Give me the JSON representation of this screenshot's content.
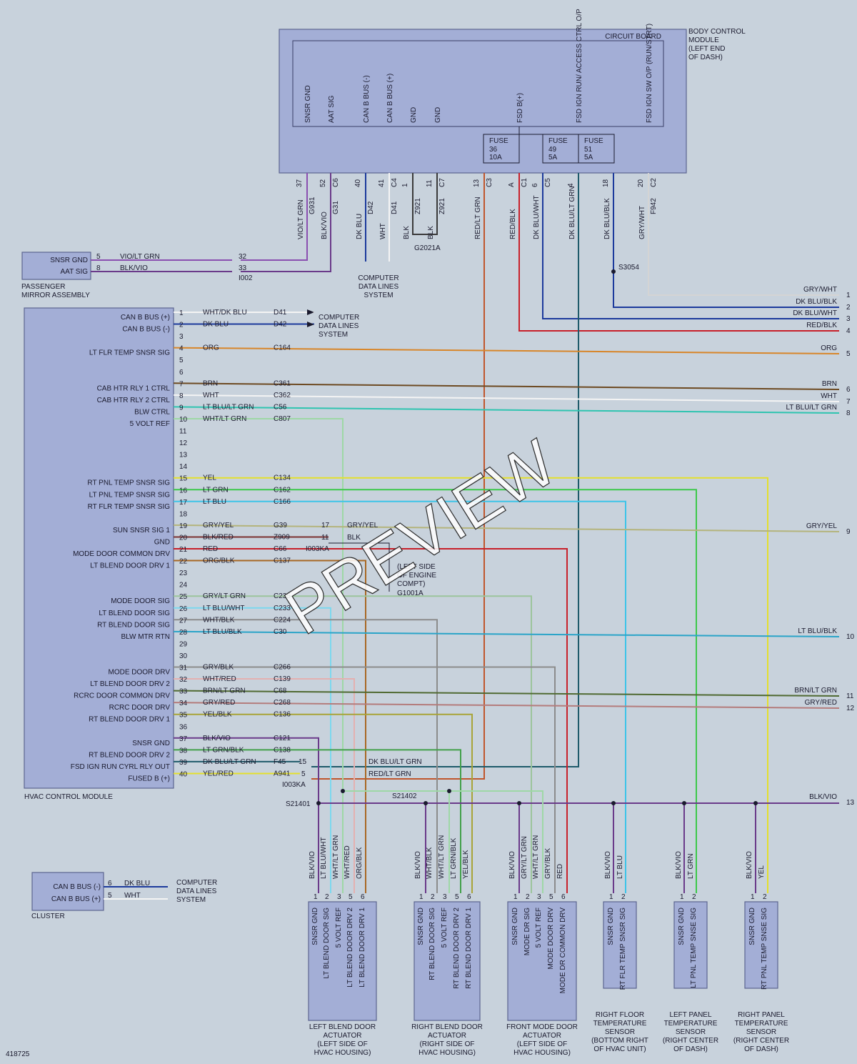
{
  "bcm": {
    "title": "BODY CONTROL MODULE (LEFT END OF DASH)",
    "title_lines": [
      "BODY CONTROL",
      "MODULE",
      "(LEFT END",
      "OF DASH)"
    ],
    "circuit_board": "CIRCUIT BOARD",
    "pins": [
      {
        "label": "SNSR GND",
        "pin": "37",
        "conn": "",
        "wire": "G931",
        "color": "VIO/LT GRN"
      },
      {
        "label": "AAT SIG",
        "pin": "52",
        "conn": "C6",
        "wire": "G31",
        "color": "BLK/VIO"
      },
      {
        "label": "CAN B BUS (-)",
        "pin": "40",
        "conn": "",
        "wire": "D42",
        "color": "DK BLU"
      },
      {
        "label": "CAN B BUS (+)",
        "pin": "41",
        "conn": "C4",
        "wire": "D41",
        "color": "WHT"
      },
      {
        "label": "GND",
        "pin": "1",
        "conn": "",
        "wire": "Z921",
        "color": "BLK"
      },
      {
        "label": "GND",
        "pin": "11",
        "conn": "C7",
        "wire": "Z921",
        "color": "BLK"
      },
      {
        "label": "",
        "pin": "13",
        "conn": "C3",
        "wire": "",
        "color": "RED/LT GRN"
      },
      {
        "label": "FSD B(+)",
        "pin": "A",
        "conn": "C1",
        "wire": "",
        "color": "RED/BLK"
      },
      {
        "label": "",
        "pin": "6",
        "conn": "C5",
        "wire": "",
        "color": "DK BLU/WHT"
      },
      {
        "label": "FSD IGN RUN/ ACCESS CTRL O/P",
        "pin": "4",
        "conn": "",
        "wire": "",
        "color": "DK BLU/LT GRN"
      },
      {
        "label": "",
        "pin": "18",
        "conn": "",
        "wire": "",
        "color": "DK BLU/BLK"
      },
      {
        "label": "FSD IGN SW O/P (RUN/STRT)",
        "pin": "20",
        "conn": "C2",
        "wire": "F942",
        "color": "GRY/WHT"
      }
    ],
    "fuses": [
      {
        "name": "FUSE",
        "num": "36",
        "amp": "10A"
      },
      {
        "name": "FUSE",
        "num": "49",
        "amp": "5A"
      },
      {
        "name": "FUSE",
        "num": "51",
        "amp": "5A"
      }
    ],
    "ground": "G2021A",
    "data_lines": [
      "COMPUTER",
      "DATA LINES",
      "SYSTEM"
    ],
    "splice": "S3054"
  },
  "mirror": {
    "title": [
      "PASSENGER",
      "MIRROR ASSEMBLY"
    ],
    "pins": [
      {
        "label": "SNSR GND",
        "pin": "5",
        "color": "VIO/LT GRN",
        "inline": "32"
      },
      {
        "label": "AAT SIG",
        "pin": "8",
        "color": "BLK/VIO",
        "inline": "33"
      }
    ],
    "connector": "I002"
  },
  "hvac": {
    "title": "HVAC CONTROL MODULE",
    "data_lines": [
      "COMPUTER",
      "DATA LINES",
      "SYSTEM"
    ],
    "pins": [
      {
        "pin": "1",
        "label": "CAN B BUS (+)",
        "color": "WHT/DK BLU",
        "circuit": "D41"
      },
      {
        "pin": "2",
        "label": "CAN B BUS (-)",
        "color": "DK BLU",
        "circuit": "D42"
      },
      {
        "pin": "3",
        "label": "",
        "color": "",
        "circuit": ""
      },
      {
        "pin": "4",
        "label": "LT FLR TEMP SNSR SIG",
        "color": "ORG",
        "circuit": "C164"
      },
      {
        "pin": "5",
        "label": "",
        "color": "",
        "circuit": ""
      },
      {
        "pin": "6",
        "label": "",
        "color": "",
        "circuit": ""
      },
      {
        "pin": "7",
        "label": "CAB HTR RLY 1 CTRL",
        "color": "BRN",
        "circuit": "C361"
      },
      {
        "pin": "8",
        "label": "CAB HTR RLY 2 CTRL",
        "color": "WHT",
        "circuit": "C362"
      },
      {
        "pin": "9",
        "label": "BLW CTRL",
        "color": "LT BLU/LT GRN",
        "circuit": "C56"
      },
      {
        "pin": "10",
        "label": "5 VOLT REF",
        "color": "WHT/LT GRN",
        "circuit": "C807"
      },
      {
        "pin": "11",
        "label": "",
        "color": "",
        "circuit": ""
      },
      {
        "pin": "12",
        "label": "",
        "color": "",
        "circuit": ""
      },
      {
        "pin": "13",
        "label": "",
        "color": "",
        "circuit": ""
      },
      {
        "pin": "14",
        "label": "",
        "color": "",
        "circuit": ""
      },
      {
        "pin": "15",
        "label": "RT PNL TEMP SNSR SIG",
        "color": "YEL",
        "circuit": "C134"
      },
      {
        "pin": "16",
        "label": "LT PNL TEMP SNSR SIG",
        "color": "LT GRN",
        "circuit": "C162"
      },
      {
        "pin": "17",
        "label": "RT FLR TEMP SNSR SIG",
        "color": "LT BLU",
        "circuit": "C166"
      },
      {
        "pin": "18",
        "label": "",
        "color": "",
        "circuit": ""
      },
      {
        "pin": "19",
        "label": "SUN SNSR SIG 1",
        "color": "GRY/YEL",
        "circuit": "G39"
      },
      {
        "pin": "20",
        "label": "GND",
        "color": "BLK/RED",
        "circuit": "Z909"
      },
      {
        "pin": "21",
        "label": "MODE DOOR COMMON DRV",
        "color": "RED",
        "circuit": "C66"
      },
      {
        "pin": "22",
        "label": "LT BLEND DOOR DRV 1",
        "color": "ORG/BLK",
        "circuit": "C137"
      },
      {
        "pin": "23",
        "label": "",
        "color": "",
        "circuit": ""
      },
      {
        "pin": "24",
        "label": "",
        "color": "",
        "circuit": ""
      },
      {
        "pin": "25",
        "label": "MODE DOOR SIG",
        "color": "GRY/LT GRN",
        "circuit": "C235"
      },
      {
        "pin": "26",
        "label": "LT BLEND DOOR SIG",
        "color": "LT BLU/WHT",
        "circuit": "C233"
      },
      {
        "pin": "27",
        "label": "RT BLEND DOOR SIG",
        "color": "WHT/BLK",
        "circuit": "C224"
      },
      {
        "pin": "28",
        "label": "BLW MTR RTN",
        "color": "LT BLU/BLK",
        "circuit": "C30"
      },
      {
        "pin": "29",
        "label": "",
        "color": "",
        "circuit": ""
      },
      {
        "pin": "30",
        "label": "",
        "color": "",
        "circuit": ""
      },
      {
        "pin": "31",
        "label": "MODE DOOR DRV",
        "color": "GRY/BLK",
        "circuit": "C266"
      },
      {
        "pin": "32",
        "label": "LT BLEND DOOR DRV 2",
        "color": "WHT/RED",
        "circuit": "C139"
      },
      {
        "pin": "33",
        "label": "RCRC DOOR COMMON DRV",
        "color": "BRN/LT GRN",
        "circuit": "C68"
      },
      {
        "pin": "34",
        "label": "RCRC DOOR DRV",
        "color": "GRY/RED",
        "circuit": "C268"
      },
      {
        "pin": "35",
        "label": "RT BLEND DOOR DRV 1",
        "color": "YEL/BLK",
        "circuit": "C136"
      },
      {
        "pin": "36",
        "label": "",
        "color": "",
        "circuit": ""
      },
      {
        "pin": "37",
        "label": "SNSR GND",
        "color": "BLK/VIO",
        "circuit": "C121"
      },
      {
        "pin": "38",
        "label": "RT BLEND DOOR DRV 2",
        "color": "LT GRN/BLK",
        "circuit": "C138"
      },
      {
        "pin": "39",
        "label": "FSD IGN RUN CYRL RLY OUT",
        "color": "DK BLU/LT GRN",
        "circuit": "F45"
      },
      {
        "pin": "40",
        "label": "FUSED B (+)",
        "color": "YEL/RED",
        "circuit": "A941"
      }
    ],
    "inline_a": {
      "connector": "I003KA",
      "pins": [
        "17",
        "11"
      ],
      "labels": [
        "GRY/YEL",
        "BLK"
      ]
    },
    "ground_note": [
      "(LEFT SIDE",
      "OF ENGINE",
      "COMPT)"
    ],
    "ground": "G1001A",
    "inline_b": {
      "connector": "I003KA",
      "pins": [
        "15",
        "5"
      ],
      "labels": [
        "DK BLU/LT GRN",
        "RED/LT GRN"
      ]
    }
  },
  "right_edge": [
    {
      "num": "1",
      "label": "GRY/WHT"
    },
    {
      "num": "2",
      "label": "DK BLU/BLK"
    },
    {
      "num": "3",
      "label": "DK BLU/WHT"
    },
    {
      "num": "4",
      "label": "RED/BLK"
    },
    {
      "num": "5",
      "label": "ORG"
    },
    {
      "num": "6",
      "label": "BRN"
    },
    {
      "num": "7",
      "label": "WHT"
    },
    {
      "num": "8",
      "label": "LT BLU/LT GRN"
    },
    {
      "num": "9",
      "label": "GRY/YEL"
    },
    {
      "num": "10",
      "label": "LT BLU/BLK"
    },
    {
      "num": "11",
      "label": "BRN/LT GRN"
    },
    {
      "num": "12",
      "label": "GRY/RED"
    },
    {
      "num": "13",
      "label": "BLK/VIO"
    }
  ],
  "splices": {
    "s1": "S21401",
    "s2": "S21402"
  },
  "cluster": {
    "title": "CLUSTER",
    "pins": [
      {
        "label": "CAN B BUS (-)",
        "pin": "6",
        "color": "DK BLU"
      },
      {
        "label": "CAN B BUS (+)",
        "pin": "5",
        "color": "WHT"
      }
    ],
    "data_lines": [
      "COMPUTER",
      "DATA LINES",
      "SYSTEM"
    ]
  },
  "actuators": [
    {
      "name": [
        "LEFT BLEND DOOR",
        "ACTUATOR",
        "(LEFT SIDE OF",
        "HVAC HOUSING)"
      ],
      "pins": [
        {
          "pin": "1",
          "label": "SNSR GND",
          "color": "BLK/VIO"
        },
        {
          "pin": "2",
          "label": "LT BLEND DOOR SIG",
          "color": "LT BLU/WHT"
        },
        {
          "pin": "3",
          "label": "5 VOLT REF",
          "color": "WHT/LT GRN"
        },
        {
          "pin": "5",
          "label": "LT BLEND DOOR DRV 2",
          "color": "WHT/RED"
        },
        {
          "pin": "6",
          "label": "LT BLEND DOOR DRV 1",
          "color": "ORG/BLK"
        }
      ]
    },
    {
      "name": [
        "RIGHT BLEND DOOR",
        "ACTUATOR",
        "(RIGHT SIDE OF",
        "HVAC HOUSING)"
      ],
      "pins": [
        {
          "pin": "1",
          "label": "SNSR GND",
          "color": "BLK/VIO"
        },
        {
          "pin": "2",
          "label": "RT BLEND DOOR SIG",
          "color": "WHT/BLK"
        },
        {
          "pin": "3",
          "label": "5 VOLT REF",
          "color": "WHT/LT GRN"
        },
        {
          "pin": "5",
          "label": "RT BLEND DOOR DRV 2",
          "color": "LT GRN/BLK"
        },
        {
          "pin": "6",
          "label": "RT BLEND DOOR DRV 1",
          "color": "YEL/BLK"
        }
      ]
    },
    {
      "name": [
        "FRONT MODE DOOR",
        "ACTUATOR",
        "(LEFT SIDE OF",
        "HVAC HOUSING)"
      ],
      "pins": [
        {
          "pin": "1",
          "label": "SNSR GND",
          "color": "BLK/VIO"
        },
        {
          "pin": "2",
          "label": "MODE DR SIG",
          "color": "GRY/LT GRN"
        },
        {
          "pin": "3",
          "label": "5 VOLT REF",
          "color": "WHT/LT GRN"
        },
        {
          "pin": "5",
          "label": "MODE DOOR DRV",
          "color": "GRY/BLK"
        },
        {
          "pin": "6",
          "label": "MODE DR COMMON DRV",
          "color": "RED"
        }
      ]
    },
    {
      "name": [
        "RIGHT FLOOR",
        "TEMPERATURE",
        "SENSOR",
        "(BOTTOM RIGHT",
        "OF HVAC UNIT)"
      ],
      "pins": [
        {
          "pin": "1",
          "label": "SNSR GND",
          "color": "BLK/VIO"
        },
        {
          "pin": "2",
          "label": "RT FLR TEMP SNSR SIG",
          "color": "LT BLU"
        }
      ]
    },
    {
      "name": [
        "LEFT PANEL",
        "TEMPERATURE",
        "SENSOR",
        "(RIGHT CENTER",
        "OF DASH)"
      ],
      "pins": [
        {
          "pin": "1",
          "label": "SNSR GND",
          "color": "BLK/VIO"
        },
        {
          "pin": "2",
          "label": "LT PNL TEMP SNSE SIG",
          "color": "LT GRN"
        }
      ]
    },
    {
      "name": [
        "RIGHT PANEL",
        "TEMPERATURE",
        "SENSOR",
        "(RIGHT CENTER",
        "OF DASH)"
      ],
      "pins": [
        {
          "pin": "1",
          "label": "SNSR GND",
          "color": "BLK/VIO"
        },
        {
          "pin": "2",
          "label": "RT PNL TEMP SNSE SIG",
          "color": "YEL"
        }
      ]
    }
  ],
  "figure_id": "418725",
  "watermark": "PREVIEW",
  "colors": {
    "VIO": "#8a4fb0",
    "BLK": "#3a3a3a",
    "DKBLU": "#1c3a9c",
    "WHT": "#f4f4f4",
    "RED": "#c8202a",
    "REDLTGRN": "#c0562c",
    "ORG": "#d8862a",
    "BRN": "#6d4a22",
    "LTBLULTGRN": "#2fc4b0",
    "WHTLTGRN": "#9ed8a6",
    "YEL": "#e4e02c",
    "LTGRN": "#3cc84a",
    "LTBLU": "#3cc4e8",
    "GRYYEL": "#b4b47c",
    "GRY": "#8c8c8c",
    "GRYWHT": "#d4d4d4",
    "DKBLULTGRN": "#1e5a6a",
    "BRNLTGRN": "#506a32",
    "GRYRED": "#b47c7c",
    "YELBLK": "#a8a438",
    "WHTRED": "#e4b0b0",
    "LTBLUWHT": "#7cd8ee",
    "LTGRNBLK": "#42a04a",
    "GRYLTGRN": "#9cc49c",
    "LTBLUBLK": "#2aa4c8",
    "ORGBLK": "#a86824",
    "BLKVIO": "#6a3a8a",
    "BLKRED": "#7a3030"
  }
}
